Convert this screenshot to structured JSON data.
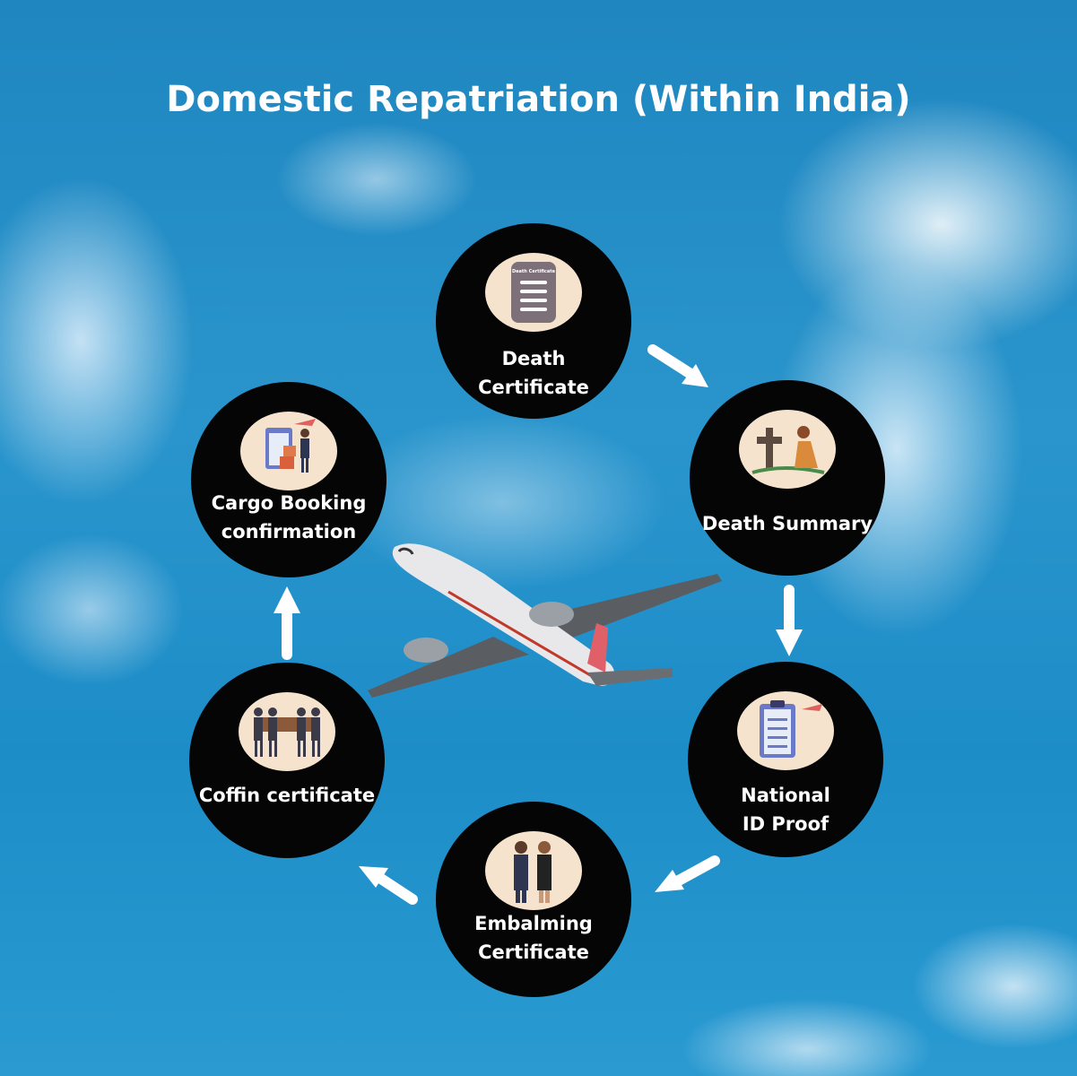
{
  "title": "Domestic Repatriation (Within India)",
  "steps": [
    {
      "id": "death-certificate",
      "lines": [
        "Death",
        "Certificate"
      ],
      "icon_text": "Death Certificate",
      "icon": "document-icon"
    },
    {
      "id": "death-summary",
      "lines": [
        "Death Summary"
      ],
      "icon": "grave-mourner-icon"
    },
    {
      "id": "national-id",
      "lines": [
        "National",
        "ID Proof"
      ],
      "icon": "clipboard-icon"
    },
    {
      "id": "embalming",
      "lines": [
        "Embalming",
        "Certificate"
      ],
      "icon": "funeral-staff-icon"
    },
    {
      "id": "coffin",
      "lines": [
        "Coffin certificate"
      ],
      "icon": "pallbearers-icon"
    },
    {
      "id": "cargo",
      "lines": [
        "Cargo Booking",
        "confirmation"
      ],
      "icon": "cargo-icon"
    }
  ],
  "colors": {
    "node": "#050505",
    "icon_bg": "#f6e3cd",
    "arrow": "#ffffff"
  }
}
